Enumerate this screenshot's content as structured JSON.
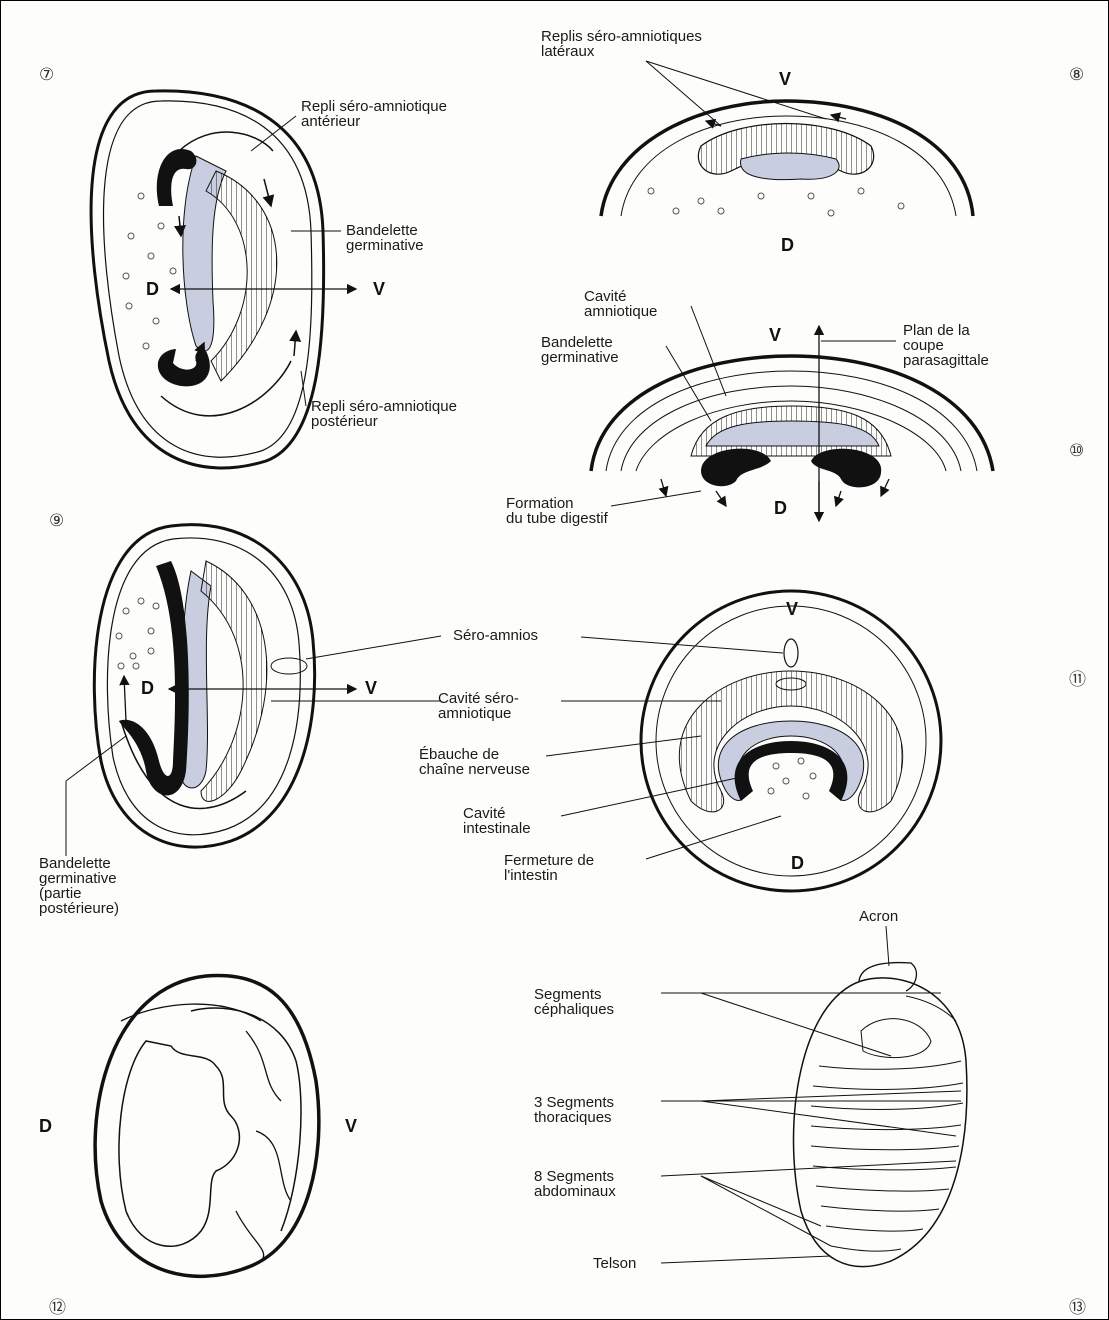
{
  "figure_numbers": {
    "n7": "⑦",
    "n8": "⑧",
    "n9": "⑨",
    "n10": "⑩",
    "n11": "⑪",
    "n12": "⑫",
    "n13": "⑬"
  },
  "axis_letters": {
    "dorsal": "D",
    "ventral": "V"
  },
  "panel7": {
    "anterior_fold": "Repli séro-amniotique\nantérieur",
    "germ_band": "Bandelette\ngerminative",
    "posterior_fold": "Repli séro-amniotique\npostérieur"
  },
  "panel8": {
    "lateral_folds": "Replis séro-amniotiques\nlatéraux"
  },
  "panel10": {
    "amniotic_cavity": "Cavité\namniotique",
    "germ_band": "Bandelette\ngerminative",
    "section_plane": "Plan de la\ncoupe\nparasagittale",
    "gut_formation": "Formation\ndu tube digestif"
  },
  "panel9": {
    "germ_band_posterior": "Bandelette\ngerminative\n(partie\npostérieure)"
  },
  "panel11": {
    "sero_amnion": "Séro-amnios",
    "sero_amniotic_cavity": "Cavité séro-\namniotique",
    "nerve_cord": "Ébauche de\nchaîne nerveuse",
    "intestinal_cavity": "Cavité\nintestinale",
    "intestine_closure": "Fermeture de\nl'intestin"
  },
  "panel13": {
    "acron": "Acron",
    "cephalic": "Segments\ncéphaliques",
    "thoracic": "3 Segments\nthoraciques",
    "abdominal": "8 Segments\nabdominaux",
    "telson": "Telson"
  },
  "colors": {
    "ink": "#111111",
    "band_fill": "#c9cde0",
    "dark_fill": "#111111"
  }
}
